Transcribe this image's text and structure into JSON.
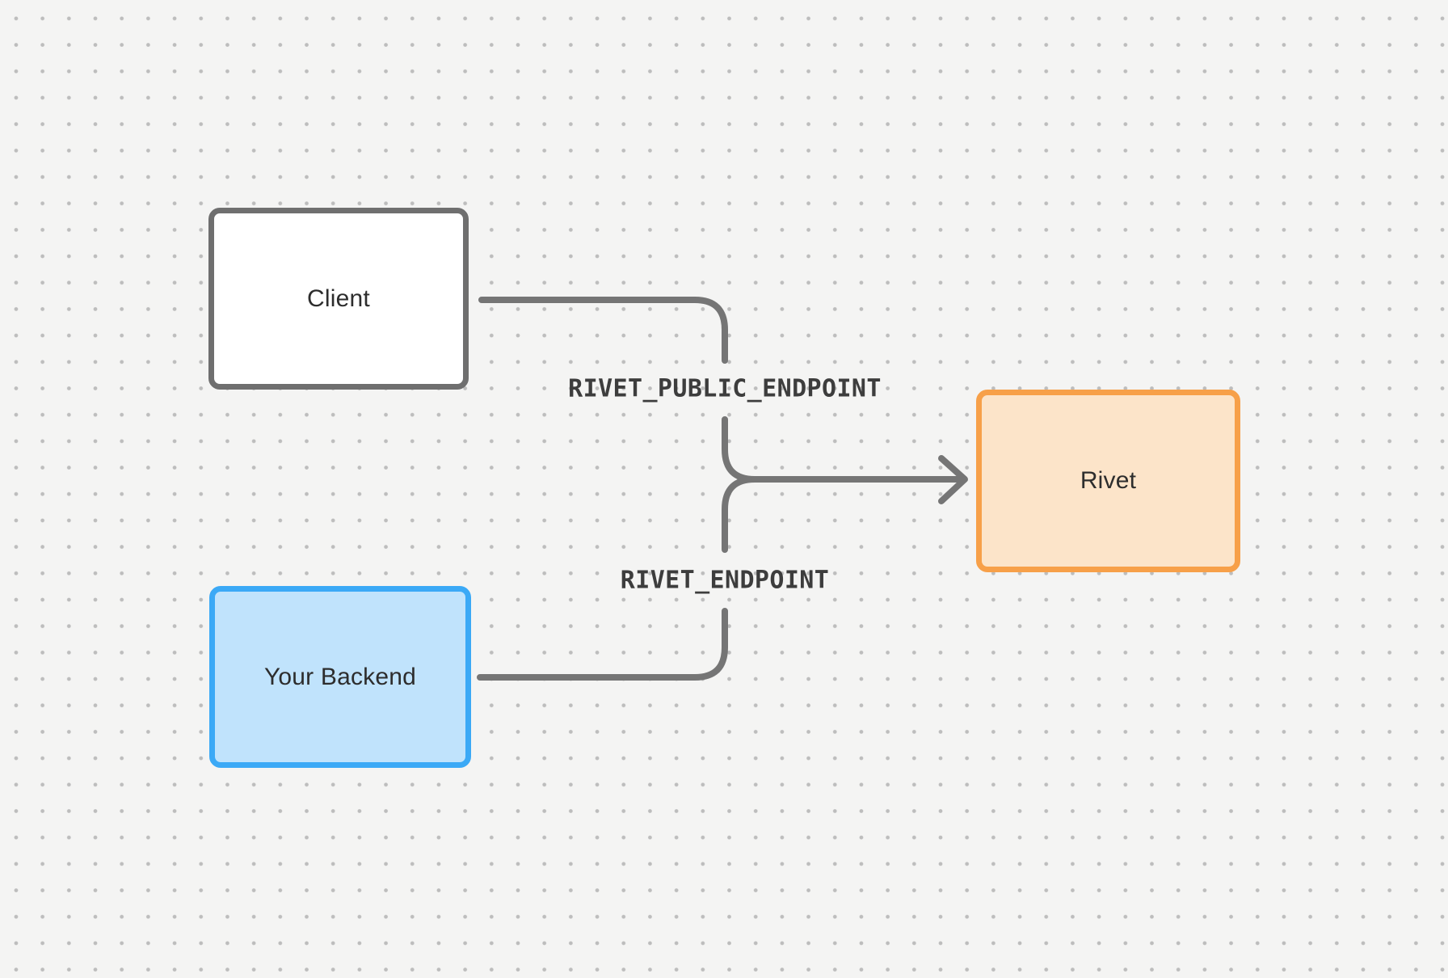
{
  "diagram": {
    "background": {
      "color": "#f4f4f3",
      "dot_color": "#bdbdbd"
    },
    "connector_color": "#757575",
    "nodes": [
      {
        "id": "client",
        "label": "Client",
        "fill": "#ffffff",
        "border_color": "#6f6f6f"
      },
      {
        "id": "your-backend",
        "label": "Your Backend",
        "fill": "#c0e3fc",
        "border_color": "#3ba9f6"
      },
      {
        "id": "rivet",
        "label": "Rivet",
        "fill": "#fce4c9",
        "border_color": "#f7a049"
      }
    ],
    "edge_labels": [
      {
        "id": "rivet-public-endpoint",
        "text": "RIVET_PUBLIC_ENDPOINT"
      },
      {
        "id": "rivet-endpoint",
        "text": "RIVET_ENDPOINT"
      }
    ]
  }
}
